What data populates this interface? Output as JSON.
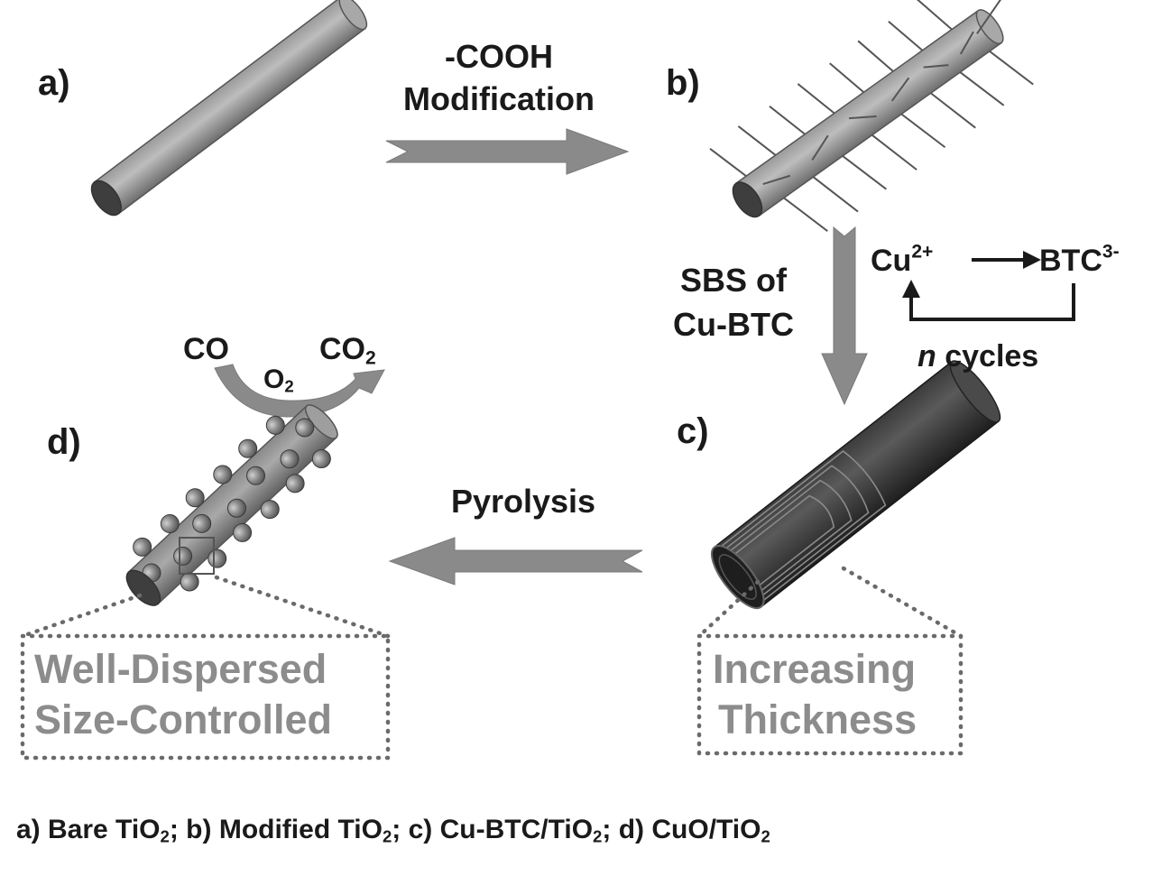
{
  "panels": {
    "a": "a)",
    "b": "b)",
    "c": "c)",
    "d": "d)"
  },
  "steps": {
    "modification_line1": "-COOH",
    "modification_line2": "Modification",
    "sbs_line1": "SBS of",
    "sbs_line2": "Cu-BTC",
    "pyrolysis": "Pyrolysis"
  },
  "cycle": {
    "cu": "Cu",
    "cu_charge": "2+",
    "btc": "BTC",
    "btc_charge": "3-",
    "n": "n",
    "cycles": " cycles"
  },
  "reaction": {
    "reactant": "CO",
    "oxidant": "O",
    "oxidant_sub": "2",
    "product": "CO",
    "product_sub": "2"
  },
  "callouts": {
    "d_line1": "Well-Dispersed",
    "d_line2": "Size-Controlled",
    "c_line1": "Increasing",
    "c_line2": "Thickness"
  },
  "caption": {
    "p1": "a) Bare TiO",
    "s1": "2",
    "p2": "; b) Modified TiO",
    "s2": "2",
    "p3": "; c) Cu-BTC/TiO",
    "s3": "2",
    "p4": "; d) CuO/TiO",
    "s4": "2"
  },
  "colors": {
    "rod_light": "#b3b3b3",
    "rod_dark": "#6e6e6e",
    "coated_rod": "#2d2d2d",
    "arrow_grey": "#8a8a8a",
    "callout_text": "#8c8c8c"
  }
}
